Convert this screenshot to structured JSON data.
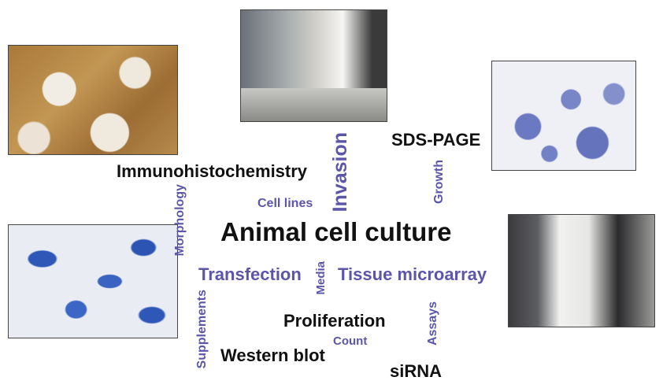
{
  "title": "Animal cell culture",
  "terms": {
    "immunohistochemistry": "Immunohistochemistry",
    "sds_page": "SDS-PAGE",
    "invasion": "Invasion",
    "growth": "Growth",
    "cell_lines": "Cell lines",
    "morphology": "Morphology",
    "transfection": "Transfection",
    "media": "Media",
    "tissue_microarray": "Tissue microarray",
    "supplements": "Supplements",
    "proliferation": "Proliferation",
    "count": "Count",
    "assays": "Assays",
    "western_blot": "Western blot",
    "sirna": "siRNA"
  },
  "colors": {
    "accent": "#5b56a9",
    "primary": "#111111"
  }
}
